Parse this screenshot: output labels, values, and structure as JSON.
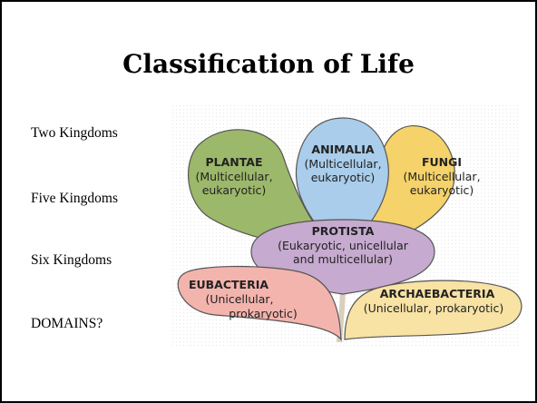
{
  "slide": {
    "title": "Classification of Life",
    "side_list": [
      "Two Kingdoms",
      "Five Kingdoms",
      "Six Kingdoms",
      "DOMAINS?"
    ]
  },
  "diagram": {
    "kingdoms": {
      "plantae": {
        "name": "PLANTAE",
        "desc1": "(Multicellular,",
        "desc2": "eukaryotic)",
        "color": "#9cb86a"
      },
      "animalia": {
        "name": "ANIMALIA",
        "desc1": "(Multicellular,",
        "desc2": "eukaryotic)",
        "color": "#a9cdea"
      },
      "fungi": {
        "name": "FUNGI",
        "desc1": "(Multicellular,",
        "desc2": "eukaryotic)",
        "color": "#f5d26a"
      },
      "protista": {
        "name": "PROTISTA",
        "desc1": "(Eukaryotic, unicellular",
        "desc2": "and multicellular)",
        "color": "#c6aacf"
      },
      "eubacteria": {
        "name": "EUBACTERIA",
        "desc1": "(Unicellular,",
        "desc2": "prokaryotic)",
        "color": "#f3b4ae"
      },
      "archaebacteria": {
        "name": "ARCHAEBACTERIA",
        "desc1": "(Unicellular, prokaryotic)",
        "color": "#f8e2a4"
      }
    }
  }
}
